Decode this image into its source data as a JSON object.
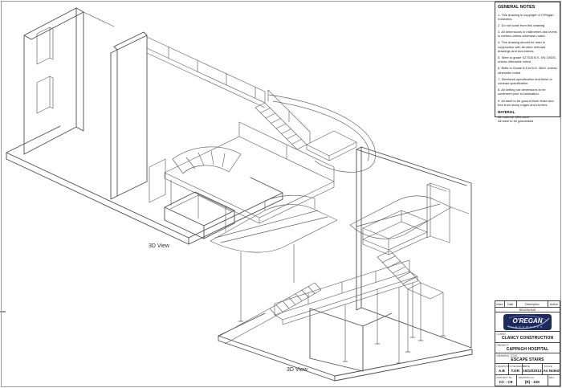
{
  "sheet": {
    "views": [
      {
        "label": "3D View"
      },
      {
        "label": "3D View"
      }
    ]
  },
  "general_notes": {
    "title": "GENERAL NOTES",
    "notes": [
      "1.  This drawing is copyright of O'Regan Ironworks.",
      "2.  Do not scale from this drawing.",
      "3.  All dimensions in millimetres and levels in metres unless otherwise noted.",
      "4.  This drawing should be read in conjunction with all other relevant drawings and documents.",
      "5.  Steel to grade S275J0 B.S.  EN 10025, unless otherwise noted.",
      "6.  Bolts to Grade 8.8 to B.S. 3692, unless otherwise noted.",
      "7.  Steelwork specification and finish to contract specification.",
      "8.  All setting out dimensions to be confirmed prior to fabrication.",
      "9. All steel to be ground flush finish and free from sharp edges and corners."
    ],
    "material": {
      "title": "MATERIAL",
      "lines": [
        "All material: Mild steel",
        "All steel to be galvanised"
      ]
    }
  },
  "title_block": {
    "revisions": {
      "columns": [
        "Index",
        "Date",
        "Description",
        "Author"
      ],
      "label": "REVISIONS"
    },
    "logo": {
      "name": "O'REGAN",
      "subtitle": "IRONWORKS"
    },
    "client": {
      "label": "CLIENT",
      "value": "CLANCY CONSTRUCTION"
    },
    "project": {
      "label": "PROJECT",
      "value": "CAPPAGH HOSPITAL"
    },
    "drawing_title": {
      "label": "DRAWING TITLE",
      "value": "ESCAPE STAIRS"
    },
    "fields": [
      {
        "label": "DRAWN  BY",
        "value": "A.B"
      },
      {
        "label": "CHECKED  BY",
        "value": "T.GR"
      },
      {
        "label": "DATE",
        "value": "16/10/2013"
      },
      {
        "label": "SCALE",
        "value": "As Noted"
      }
    ],
    "numbers": [
      {
        "label": "PROJECT  No.",
        "value": "CC - C8"
      },
      {
        "label": "DRAWING  No.",
        "value": "[R] - 100"
      },
      {
        "label": "REV",
        "value": ""
      }
    ],
    "colors": {
      "logo_navy": "#1c2a5e",
      "logo_silver": "#a9afc4",
      "line_color": "#585858"
    }
  }
}
